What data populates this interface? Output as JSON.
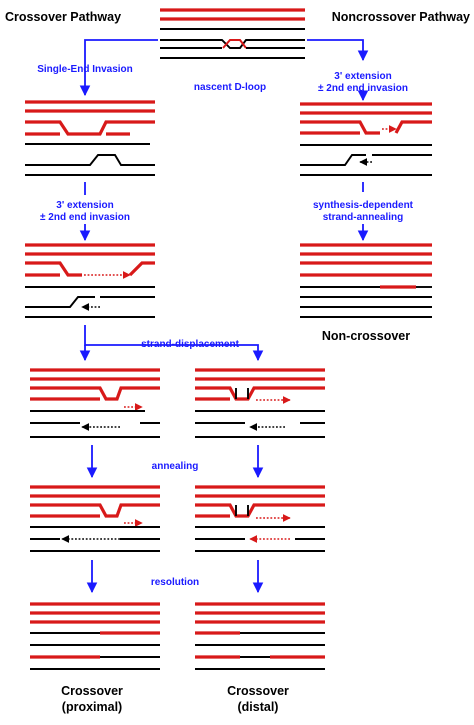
{
  "titles": {
    "crossover": "Crossover Pathway",
    "noncrossover": "Noncrossover Pathway"
  },
  "steps": {
    "single_end_invasion": "Single-End Invasion",
    "nascent_dloop": "nascent D-loop",
    "ext_left_line1": "3' extension",
    "ext_left_line2": "± 2nd end invasion",
    "ext_right_line1": "3' extension",
    "ext_right_line2": "± 2nd end invasion",
    "sdsa_line1": "synthesis-dependent",
    "sdsa_line2": "strand-annealing",
    "strand_displacement": "strand-displacement",
    "annealing": "annealing",
    "resolution": "resolution"
  },
  "results": {
    "noncrossover": "Non-crossover",
    "crossover_proximal_line1": "Crossover",
    "crossover_proximal_line2": "(proximal)",
    "crossover_distal_line1": "Crossover",
    "crossover_distal_line2": "(distal)"
  },
  "colors": {
    "red_strand": "#d81919",
    "black_strand": "#000000",
    "flow_arrow": "#1a1aff"
  }
}
